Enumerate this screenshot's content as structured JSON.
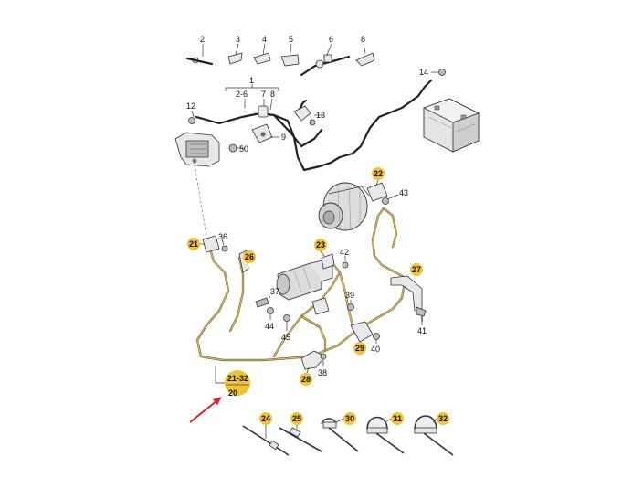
{
  "labels": {
    "l1": "1",
    "l2": "2",
    "l3": "3",
    "l4": "4",
    "l5": "5",
    "l6": "6",
    "l7": "7",
    "l8": "8",
    "l9": "9",
    "l12": "12",
    "l13": "13",
    "l14": "14",
    "l26r": "2-6",
    "l20": "20",
    "l21": "21",
    "l22": "22",
    "l23": "23",
    "l24": "24",
    "l25": "25",
    "l26": "26",
    "l27": "27",
    "l28": "28",
    "l29": "29",
    "l30": "30",
    "l31": "31",
    "l32": "32",
    "l2132": "21-32",
    "l36": "36",
    "l37": "37",
    "l38": "38",
    "l39": "39",
    "l40": "40",
    "l41": "41",
    "l42": "42",
    "l43": "43",
    "l44": "44",
    "l45": "45",
    "l50": "50"
  },
  "colors": {
    "highlight_badge": "#f2c230",
    "highlight_wire": "#d9b24a",
    "arrow": "#e0201c"
  },
  "icons": [
    "battery-icon",
    "alternator-icon",
    "starter-motor-icon",
    "relay-box-icon",
    "pointer-arrow-icon"
  ]
}
